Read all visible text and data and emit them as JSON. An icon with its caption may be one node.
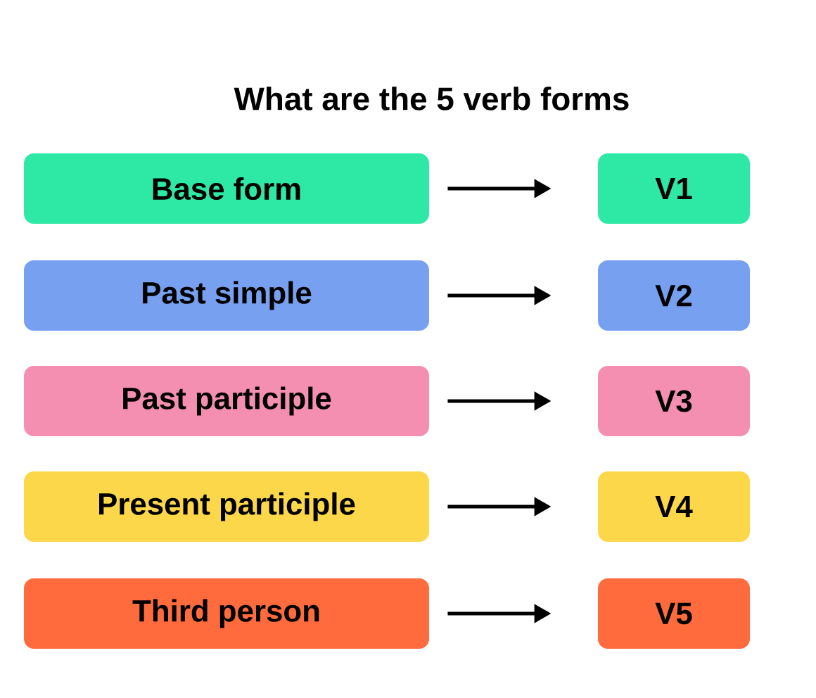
{
  "diagram": {
    "title": "What are the 5 verb forms",
    "nodes": [
      {
        "text": [
          "Base form"
        ]
      },
      {
        "text": [
          "V1"
        ]
      },
      {
        "text": [
          "Past simple"
        ]
      },
      {
        "text": [
          "V2"
        ]
      },
      {
        "text": [
          "Past participle"
        ]
      },
      {
        "text": [
          "V3"
        ]
      },
      {
        "text": [
          "Present participle"
        ]
      },
      {
        "text": [
          "V4"
        ]
      },
      {
        "text": [
          "Third person"
        ]
      },
      {
        "text": [
          "V5"
        ]
      }
    ],
    "edges": [
      {
        "from": 0,
        "to": 1,
        "arrow": "to"
      },
      {
        "from": 2,
        "to": 3,
        "arrow": "to"
      },
      {
        "from": 4,
        "to": 5,
        "arrow": "to"
      },
      {
        "from": 6,
        "to": 7,
        "arrow": "to"
      },
      {
        "from": 8,
        "to": 9,
        "arrow": "to"
      }
    ]
  }
}
